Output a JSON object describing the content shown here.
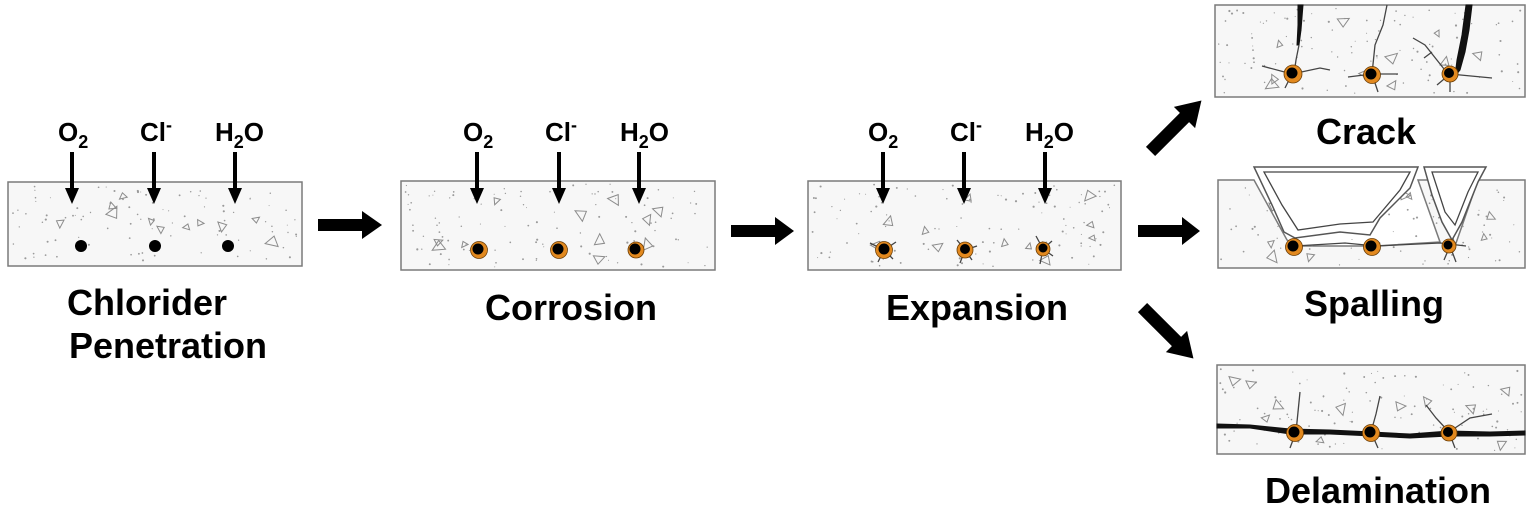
{
  "stages": [
    {
      "caption_lines": [
        "Chlorider",
        "Penetration"
      ],
      "agents": [
        "O",
        "Cl",
        "H",
        "O"
      ]
    },
    {
      "caption_lines": [
        "Corrosion"
      ]
    },
    {
      "caption_lines": [
        "Expansion"
      ]
    }
  ],
  "agents": {
    "oxygen": {
      "base": "O",
      "sub": "2"
    },
    "chloride": {
      "base": "Cl",
      "sup": "-"
    },
    "water": {
      "base": "H",
      "sub": "2",
      "after": "O"
    }
  },
  "outcomes": [
    {
      "caption": "Crack"
    },
    {
      "caption": "Spalling"
    },
    {
      "caption": "Delamination"
    }
  ],
  "colors": {
    "rust": "#e2891f",
    "rebar": "#000000",
    "concrete": "#f7f7f7"
  }
}
